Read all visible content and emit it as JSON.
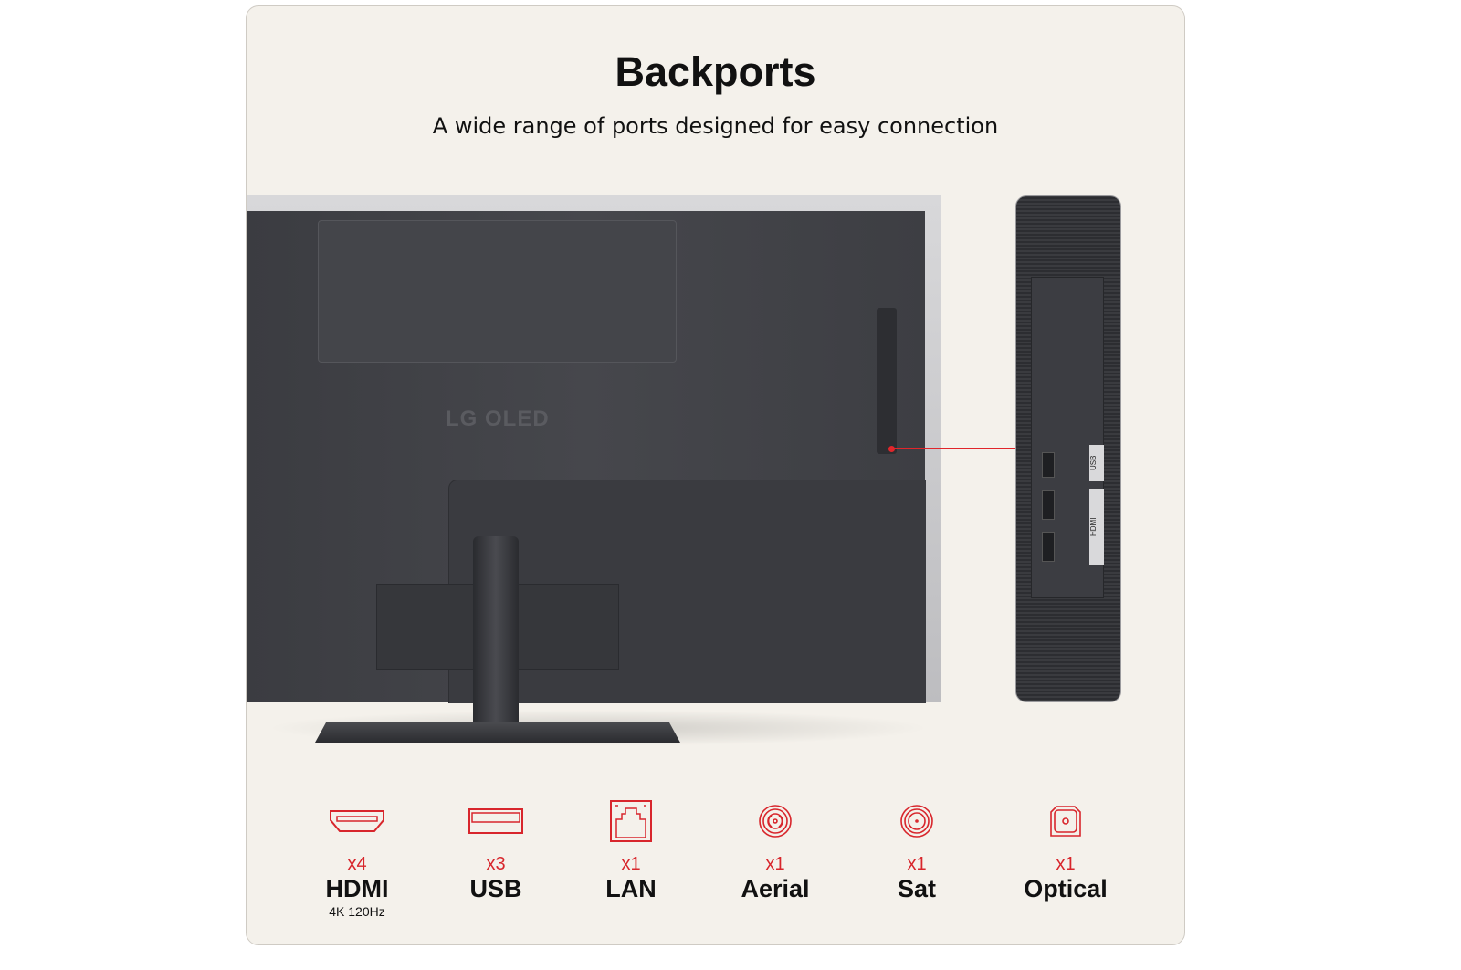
{
  "title": "Backports",
  "subtitle": "A wide range of ports designed for easy connection",
  "tv": {
    "logo": "LG OLED",
    "side_labels": [
      "USB",
      "HDMI"
    ]
  },
  "accent_color": "#d8262c",
  "ports": [
    {
      "icon": "hdmi-port-icon",
      "count": "x4",
      "label": "HDMI",
      "sub": "4K 120Hz"
    },
    {
      "icon": "usb-port-icon",
      "count": "x3",
      "label": "USB"
    },
    {
      "icon": "lan-port-icon",
      "count": "x1",
      "label": "LAN"
    },
    {
      "icon": "aerial-port-icon",
      "count": "x1",
      "label": "Aerial"
    },
    {
      "icon": "sat-port-icon",
      "count": "x1",
      "label": "Sat"
    },
    {
      "icon": "optical-port-icon",
      "count": "x1",
      "label": "Optical"
    }
  ]
}
